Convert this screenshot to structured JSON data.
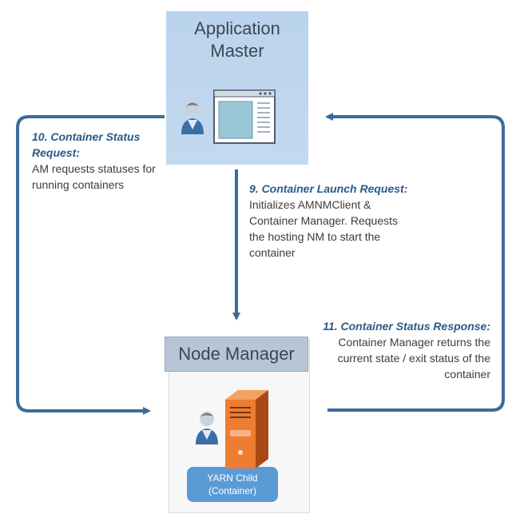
{
  "application_master": {
    "title": "Application\nMaster"
  },
  "node_manager": {
    "title": "Node Manager",
    "badge": "YARN Child\n(Container)"
  },
  "steps": {
    "container_status_request": {
      "title": "10. Container Status Request:",
      "desc": "AM requests statuses for running containers"
    },
    "container_launch_request": {
      "title": "9. Container Launch Request:",
      "desc": "Initializes AMNMClient & Container Manager. Requests the hosting NM to start the container"
    },
    "container_status_response": {
      "title": "11. Container Status Response:",
      "desc": "Container Manager  returns the current state / exit status of the container"
    }
  },
  "colors": {
    "arrow": "#3d6b9b",
    "am_box": "#bcd4ed",
    "nm_header": "#b8c5d6",
    "badge": "#5b9bd5",
    "server": "#ed7d31"
  }
}
